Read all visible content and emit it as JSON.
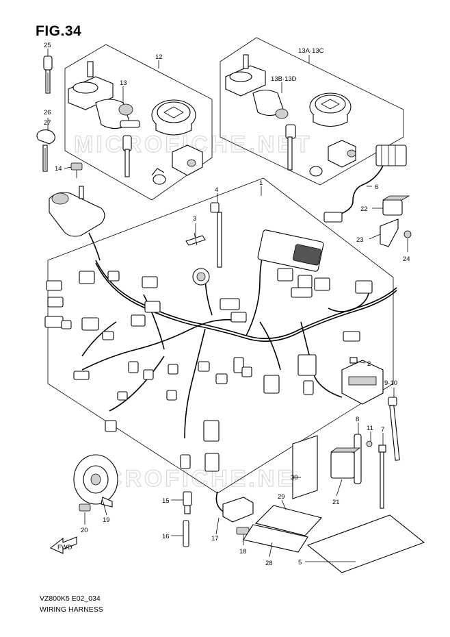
{
  "figure": {
    "title": "FIG.34",
    "footer_code": "VZ800K5 E02_034",
    "footer_name": "WIRING HARNESS",
    "watermark": "MICROFICHE.NET"
  },
  "callouts": {
    "c1": "1",
    "c2": "2",
    "c3": "3",
    "c4": "4",
    "c5": "5",
    "c6": "6",
    "c7": "7",
    "c8": "8",
    "c9_10": "9·10",
    "c11": "11",
    "c12": "12",
    "c13": "13",
    "c13a_13c": "13A·13C",
    "c13b_13d": "13B·13D",
    "c14": "14",
    "c15": "15",
    "c16": "16",
    "c17": "17",
    "c18": "18",
    "c19": "19",
    "c20": "20",
    "c21": "21",
    "c22": "22",
    "c23": "23",
    "c24": "24",
    "c25": "25",
    "c26": "26",
    "c27": "27",
    "c28": "28",
    "c29": "29",
    "c30": "30",
    "fwd": "FWD"
  }
}
